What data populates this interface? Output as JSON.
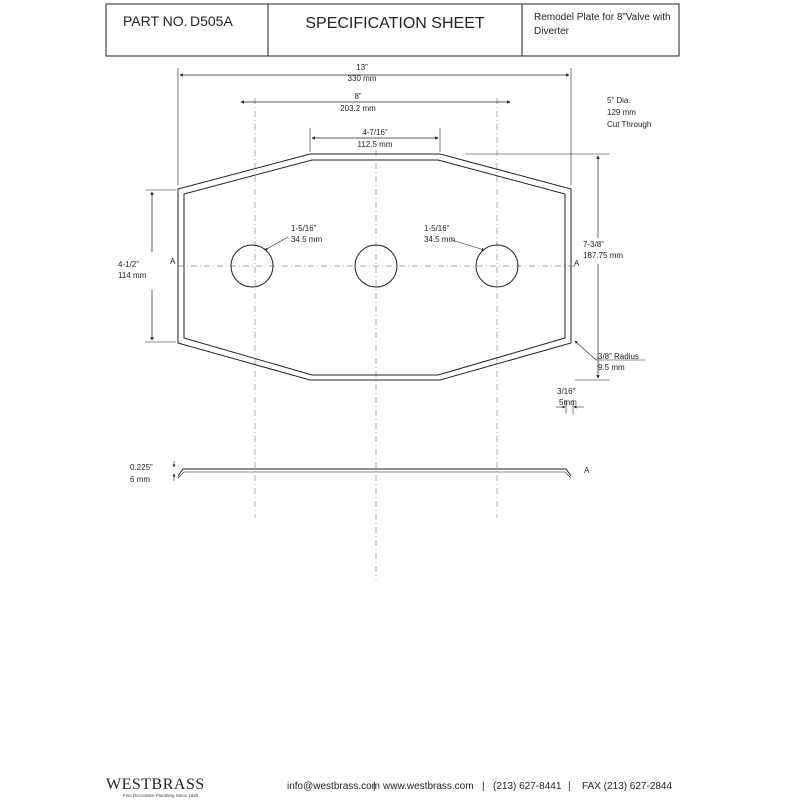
{
  "header": {
    "part_label": "PART NO.",
    "part_number": "D505A",
    "title": "SPECIFICATION SHEET",
    "description_line1": "Remodel Plate for  8”Valve with",
    "description_line2": "Diverter"
  },
  "dimensions": {
    "overall_width_in": "13”",
    "overall_width_mm": "330 mm",
    "center_spacing_in": "8”",
    "center_spacing_mm": "203.2 mm",
    "top_edge_in": "4-7/16”",
    "top_edge_mm": "112.5 mm",
    "dia_line1": "5” Dia.",
    "dia_line2": "129 mm",
    "dia_line3": "Cut Through",
    "hole_left_in": "1-5/16”",
    "hole_left_mm": "34.5 mm",
    "hole_right_in": "1-5/16”",
    "hole_right_mm": "34.5 mm",
    "side_height_in": "4-1/2”",
    "side_height_mm": "114 mm",
    "overall_height_in": "7-3/8”",
    "overall_height_mm": "187.75 mm",
    "radius_in": "3/8” Radius",
    "radius_mm": "9.5 mm",
    "flange_in": "3/16”",
    "flange_mm": "5mm",
    "thickness_in": "0.225”",
    "thickness_mm": "6 mm",
    "section_marker": "A"
  },
  "footer": {
    "brand": "WESTBRASS",
    "tagline": "Fine Decorative Plumbing Since 1935",
    "email": "info@westbrass.com",
    "website": "www.westbrass.com",
    "phone": "(213) 627-8441",
    "fax": "FAX (213) 627-2844",
    "separator": "|"
  },
  "colors": {
    "line": "#222222",
    "dash": "#888888"
  }
}
